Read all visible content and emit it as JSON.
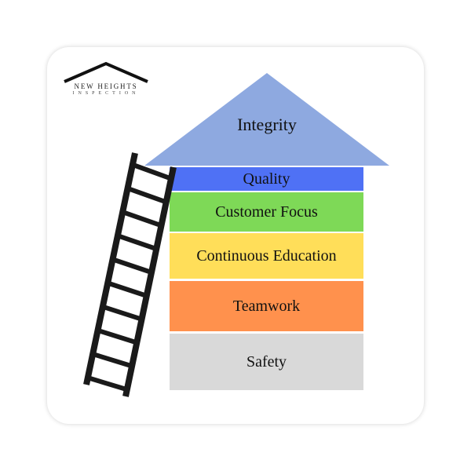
{
  "logo": {
    "title": "NEW HEIGHTS",
    "subtitle": "INSPECTION"
  },
  "roof": {
    "label": "Integrity",
    "color": "#8EA9E0"
  },
  "levels": [
    {
      "label": "Quality",
      "color": "#4F71F5"
    },
    {
      "label": "Customer Focus",
      "color": "#7ED957"
    },
    {
      "label": "Continuous Education",
      "color": "#FFDE59"
    },
    {
      "label": "Teamwork",
      "color": "#FF914D"
    },
    {
      "label": "Safety",
      "color": "#D9D9D9"
    }
  ],
  "ladder": {
    "color": "#1A1A1A"
  }
}
